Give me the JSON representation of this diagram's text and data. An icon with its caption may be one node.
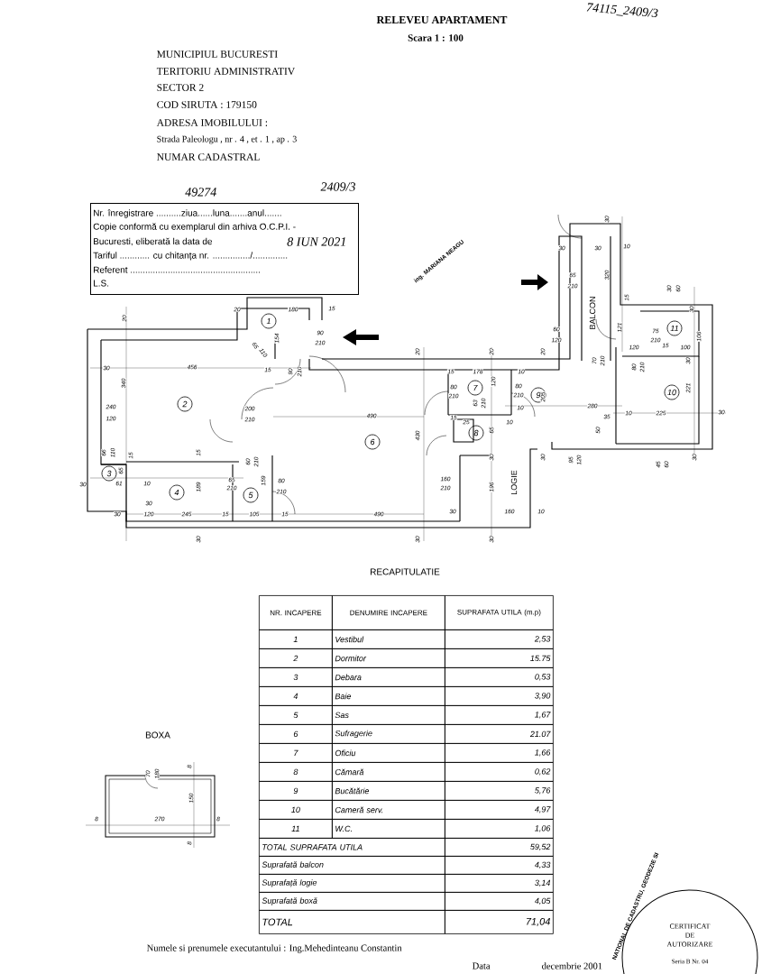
{
  "diagram": {
    "title": "RELEVEU APARTAMENT",
    "nodes": [
      {
        "text": [
          "49274",
          "Nr. înregistrare ..........ziua......luna.......anul.......",
          "Copie conformă cu exemplarul din arhiva O.C.P.I. -",
          "Bucuresti, eliberată la data de",
          "8 IUN 2021",
          "Tariful ............ cu chitanța nr. .............../..............",
          "Referent ....................................................",
          "L.S."
        ]
      },
      {
        "text": [
          "1"
        ]
      },
      {
        "text": [
          "2"
        ]
      },
      {
        "text": [
          "3"
        ]
      },
      {
        "text": [
          "4"
        ]
      },
      {
        "text": [
          "5"
        ]
      },
      {
        "text": [
          "6"
        ]
      },
      {
        "text": [
          "7"
        ]
      },
      {
        "text": [
          "8"
        ]
      },
      {
        "text": [
          "9"
        ]
      },
      {
        "text": [
          "10"
        ]
      },
      {
        "text": [
          "11"
        ]
      },
      {
        "text": [
          "NATIONAL DE CADASTRU, GEODEZIE SI",
          "CERTIFICAT DE AUTORIZARE",
          "Seria B Nr. 04"
        ]
      }
    ],
    "labels": [
      "74115_2409/3",
      "Scara 1 : 100",
      "MUNICIPIUL BUCURESTI",
      "TERITORIU ADMINISTRATIV",
      "SECTOR 2",
      "COD SIRUTA : 179150",
      "ADRESA IMOBILULUI :",
      "Strada Paleologu , nr . 4 , et . 1 , ap . 3",
      "NUMAR CADASTRAL",
      "2409/3",
      "ing. MARIANA NEAGU",
      "20",
      "20",
      "180",
      "15",
      "154",
      "90",
      "210",
      "65",
      "110",
      "20",
      "30",
      "456",
      "15",
      "90",
      "210",
      "340",
      "240",
      "120",
      "200",
      "210",
      "490",
      "430",
      "66",
      "110",
      "15",
      "65",
      "15",
      "60",
      "210",
      "159",
      "189",
      "65",
      "210",
      "80",
      "210",
      "30",
      "61",
      "10",
      "30",
      "30",
      "120",
      "245",
      "15",
      "105",
      "15",
      "490",
      "30",
      "30",
      "30",
      "30",
      "30",
      "10",
      "320",
      "65",
      "210",
      "30",
      "60",
      "15",
      "30",
      "75",
      "210",
      "60",
      "120",
      "121",
      "106",
      "120",
      "15",
      "100",
      "20",
      "20",
      "70",
      "210",
      "80",
      "210",
      "30",
      "15",
      "178",
      "10",
      "120",
      "80",
      "210",
      "80",
      "210",
      "205",
      "221",
      "63",
      "210",
      "10",
      "280",
      "15",
      "35",
      "10",
      "225",
      "30",
      "25",
      "65",
      "10",
      "50",
      "30",
      "30",
      "95",
      "120",
      "45",
      "60",
      "30",
      "160",
      "210",
      "196",
      "30",
      "160",
      "10",
      "30",
      "BALCON",
      "LOGIE",
      "RECAPITULATIE",
      "NR. INCAPERE",
      "DENUMIRE INCAPERE",
      "SUPRAFATA UTILA (m.p)",
      "1",
      "Vestibul",
      "2,53",
      "2",
      "Dormitor",
      "15.75",
      "3",
      "Debara",
      "0,53",
      "4",
      "Baie",
      "3,90",
      "5",
      "Sas",
      "1,67",
      "6",
      "Sufragerie",
      "21.07",
      "7",
      "Oficiu",
      "1,66",
      "8",
      "Cămară",
      "0,62",
      "9",
      "Bucătărie",
      "5,76",
      "10",
      "Cameră serv.",
      "4,97",
      "11",
      "W.C.",
      "1,06",
      "TOTAL SUPRAFATA UTILA",
      "59,52",
      "Suprafată balcon",
      "4,33",
      "Suprafață logie",
      "3,14",
      "Suprafată boxă",
      "4,05",
      "TOTAL",
      "71,04",
      "BOXA",
      "70",
      "180",
      "8",
      "150",
      "8",
      "270",
      "8",
      "8",
      "Numele si prenumele executantului : Ing.Mehedinteanu Constantin",
      "Data",
      "decembrie 2001"
    ]
  }
}
